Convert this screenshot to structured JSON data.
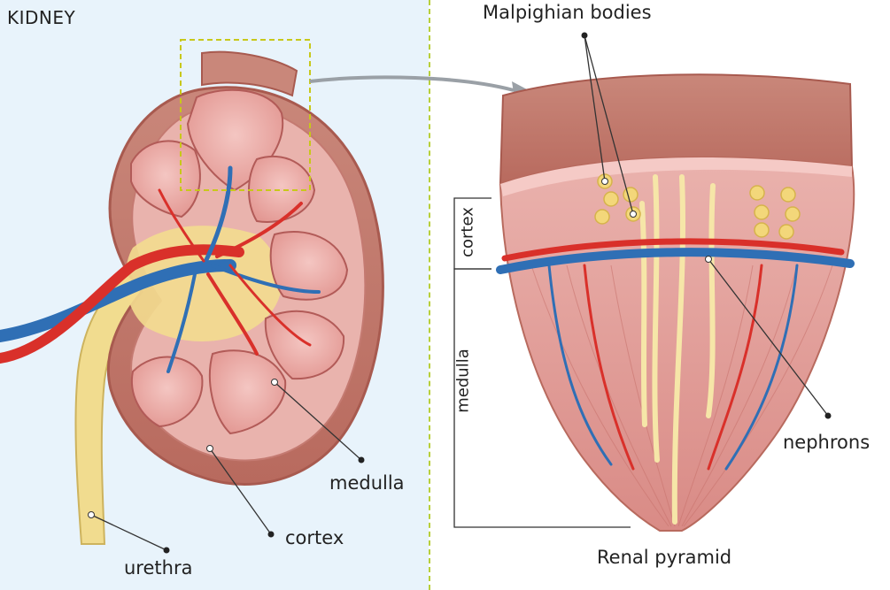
{
  "title": "KIDNEY",
  "labels": {
    "medulla": "medulla",
    "cortex": "cortex",
    "urethra": "urethra",
    "malpighian": "Malpighian bodies",
    "nephrons": "nephrons",
    "pyramid": "Renal pyramid",
    "cortex_side": "cortex",
    "medulla_side": "medulla"
  },
  "colors": {
    "panel_bg": "#e8f3fb",
    "capsule": "#c8796a",
    "tissue": "#e9a9a5",
    "pyramid_fill": "#e7a7a3",
    "artery": "#d9302a",
    "vein": "#2f6fb5",
    "ureter": "#f1dc8f",
    "highlight_box": "#c8c81a"
  }
}
